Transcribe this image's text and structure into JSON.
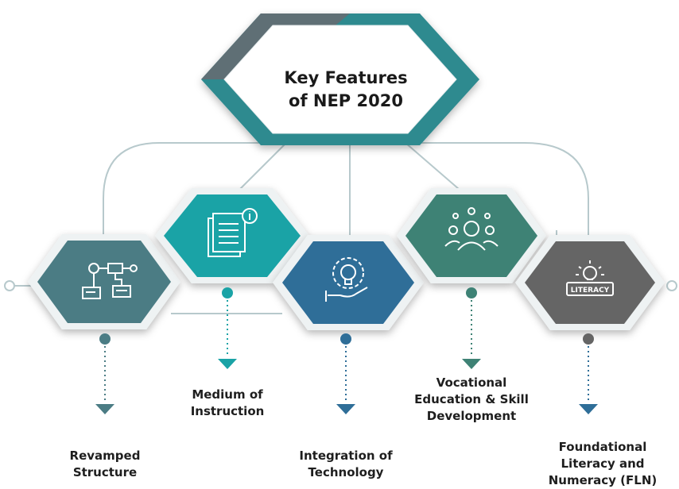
{
  "title": "Key Features\nof NEP 2020",
  "colors": {
    "teal_dark": "#4b7c84",
    "teal_bright": "#1aa3a6",
    "blue": "#2f6e98",
    "green_dark": "#3e8275",
    "gray": "#656565",
    "connector": "#b7c9cc"
  },
  "features": [
    {
      "label": "Revamped\nStructure",
      "icon": "workflow-icon",
      "color": "#4b7c84"
    },
    {
      "label": "Medium of\nInstruction",
      "icon": "document-info-icon",
      "color": "#1aa3a6"
    },
    {
      "label": "Integration of\nTechnology",
      "icon": "lightbulb-gear-hand-icon",
      "color": "#2f6e98"
    },
    {
      "label": "Vocational\nEducation & Skill\nDevelopment",
      "icon": "team-network-icon",
      "color": "#3e8275"
    },
    {
      "label": "Foundational\nLiteracy and\nNumeracy (FLN)",
      "icon": "literacy-icon",
      "color": "#656565",
      "icon_text": "LITERACY"
    }
  ]
}
